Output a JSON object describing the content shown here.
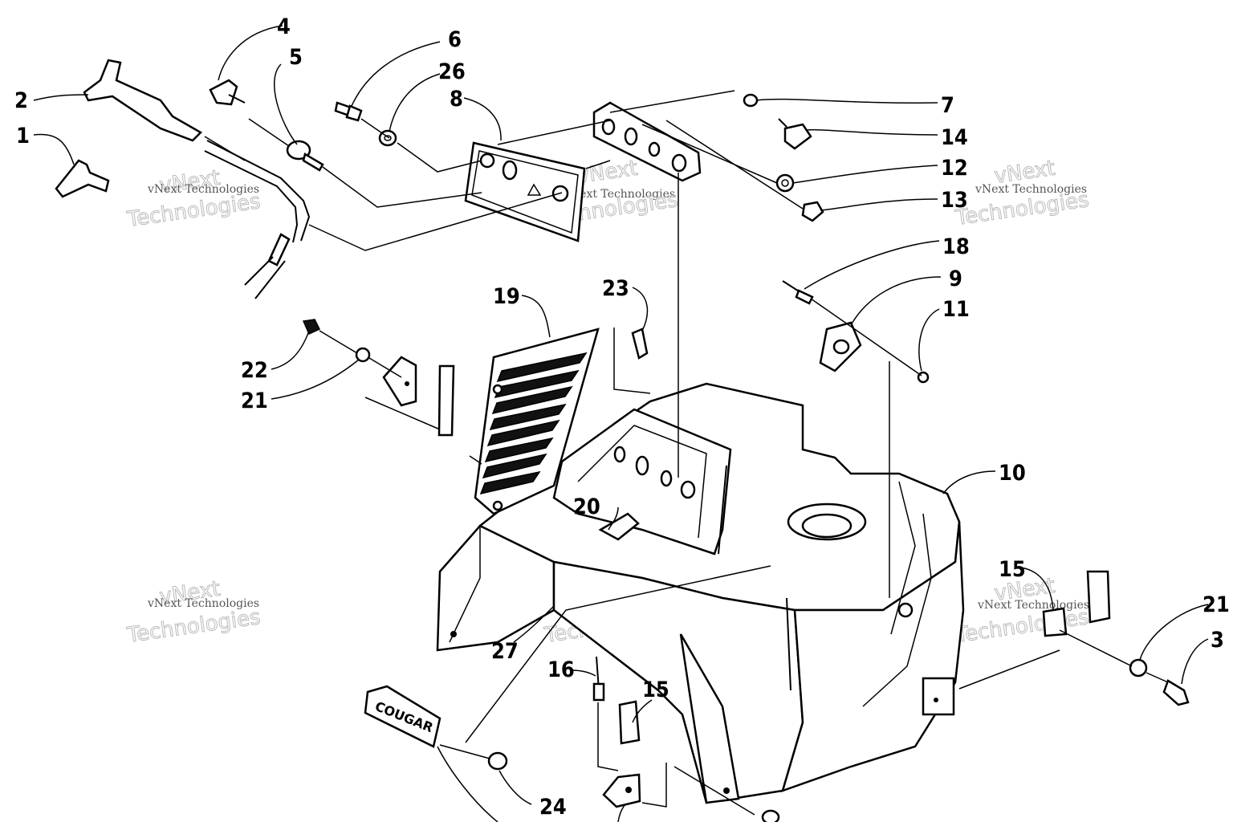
{
  "diagram": {
    "callouts": [
      {
        "id": "c1",
        "label": "1"
      },
      {
        "id": "c2",
        "label": "2"
      },
      {
        "id": "c3",
        "label": "3"
      },
      {
        "id": "c4",
        "label": "4"
      },
      {
        "id": "c5",
        "label": "5"
      },
      {
        "id": "c6",
        "label": "6"
      },
      {
        "id": "c7",
        "label": "7"
      },
      {
        "id": "c8",
        "label": "8"
      },
      {
        "id": "c9",
        "label": "9"
      },
      {
        "id": "c10",
        "label": "10"
      },
      {
        "id": "c11",
        "label": "11"
      },
      {
        "id": "c12",
        "label": "12"
      },
      {
        "id": "c13",
        "label": "13"
      },
      {
        "id": "c14",
        "label": "14"
      },
      {
        "id": "c15a",
        "label": "15"
      },
      {
        "id": "c15b",
        "label": "15"
      },
      {
        "id": "c16",
        "label": "16"
      },
      {
        "id": "c18",
        "label": "18"
      },
      {
        "id": "c19",
        "label": "19"
      },
      {
        "id": "c20",
        "label": "20"
      },
      {
        "id": "c21a",
        "label": "21"
      },
      {
        "id": "c21b",
        "label": "21"
      },
      {
        "id": "c22",
        "label": "22"
      },
      {
        "id": "c23",
        "label": "23"
      },
      {
        "id": "c24",
        "label": "24"
      },
      {
        "id": "c26",
        "label": "26"
      },
      {
        "id": "c27",
        "label": "27"
      }
    ],
    "emblem_text": "COUGAR",
    "watermark": {
      "line1": "vNext Technologies",
      "line2": "vNext",
      "line3": "Technologies"
    }
  }
}
